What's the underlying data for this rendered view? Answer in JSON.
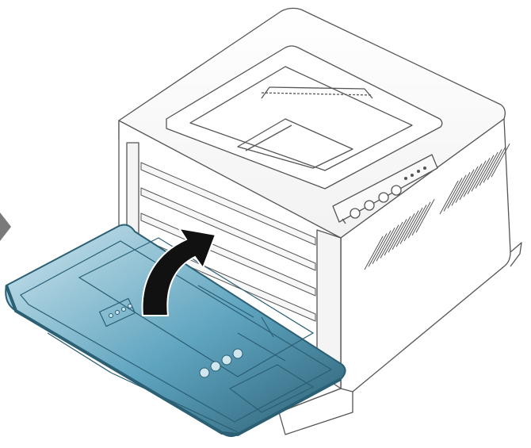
{
  "figure": {
    "subject": "printer-front-cover-open",
    "action_arrow": "close-front-cover",
    "step_marker": "step-pointer-triangle"
  },
  "colors": {
    "background": "#ffffff",
    "outline": "#555555",
    "body_fill": "#ffffff",
    "cover_fill": "#5fa4bf",
    "cover_edge": "#2b5f74",
    "cover_light": "#cfe6ee",
    "arrow": "#111111",
    "step_marker": "#7a7a7a",
    "shadow": "#d9d9d9"
  },
  "icons": [
    "printer-body-drawing",
    "front-cover-drawing",
    "curved-arrow-icon",
    "step-marker-icon"
  ]
}
